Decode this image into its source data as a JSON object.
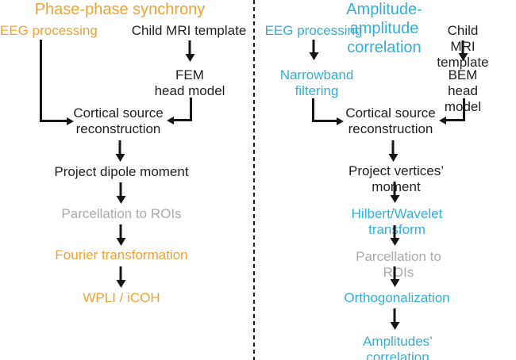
{
  "left": {
    "title": "Phase-phase synchrony",
    "eeg": "EEG processing",
    "mri": "Child MRI template",
    "fem": "FEM\nhead model",
    "cortical": "Cortical source\nreconstruction",
    "project": "Project dipole moment",
    "parcellation": "Parcellation to ROIs",
    "fourier": "Fourier transformation",
    "wpli": "WPLI / iCOH"
  },
  "right": {
    "title": "Amplitude-amplitude correlation",
    "eeg": "EEG processing",
    "mri": "Child MRI template",
    "narrowband": "Narrowband\nfiltering",
    "bem": "BEM\nhead model",
    "cortical": "Cortical source\nreconstruction",
    "project": "Project vertices’ moment",
    "hilbert": "Hilbert/Wavelet transform",
    "parcellation": "Parcellation to ROIs",
    "ortho": "Orthogonalization",
    "amplitudes": "Amplitudes’ correlation"
  },
  "colors": {
    "orange": "#F0A232",
    "blue": "#32AEDA",
    "gray": "#ABABAB",
    "ink": "#1F1F1F",
    "arrow": "#161616"
  }
}
